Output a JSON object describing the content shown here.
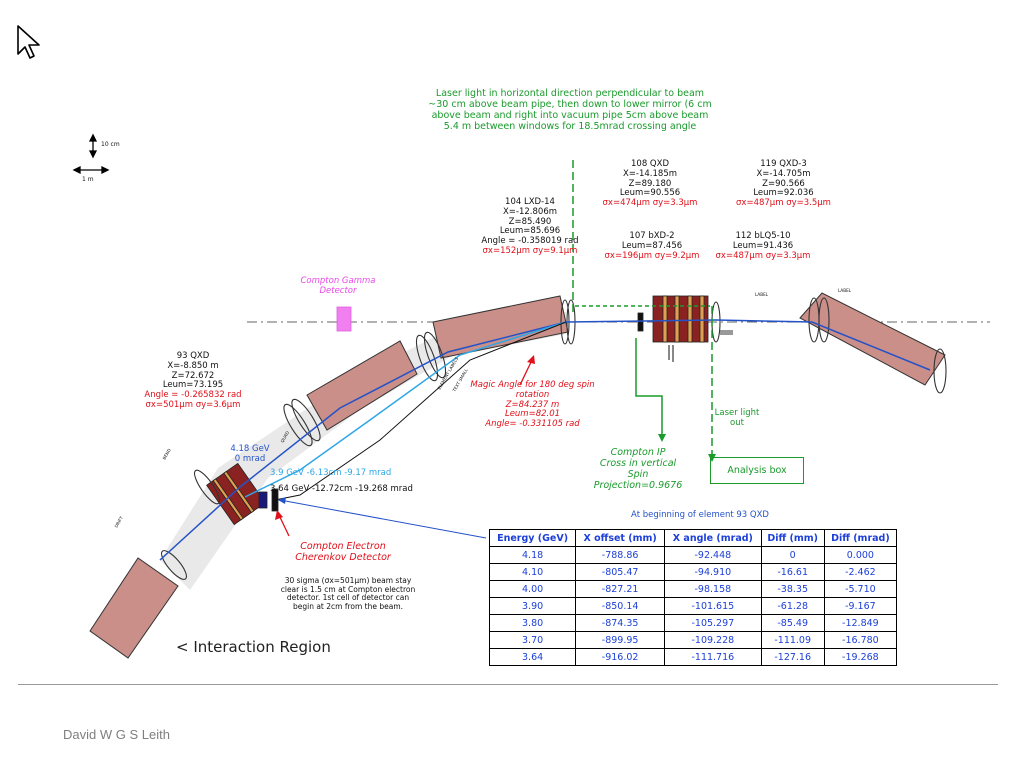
{
  "laser_note": "Laser light in horizontal direction perpendicular to beam\n~30 cm above beam pipe, then down to lower mirror (6 cm\nabove beam and right into vacuum pipe 5cm above beam\n5.4 m between windows for 18.5mrad crossing angle",
  "scale": {
    "vertical": "10 cm",
    "horizontal": "1 m"
  },
  "compton_gamma_detector": "Compton Gamma\nDetector",
  "magnets": {
    "m104": {
      "lines": "104 LXD-14\nX=-12.806m\nZ=85.490\nLeum=85.696\nAngle = -0.358019 rad",
      "sigma": "σx=152μm σy=9.1μm"
    },
    "m108": {
      "lines": "108 QXD\nX=-14.185m\nZ=89.180\nLeum=90.556",
      "sigma": "σx=474μm σy=3.3μm"
    },
    "m119": {
      "lines": "119 QXD-3\nX=-14.705m\nZ=90.566\nLeum=92.036",
      "sigma": "σx=487μm σy=3.5μm"
    },
    "m107": {
      "lines": "107 bXD-2\nLeum=87.456",
      "sigma": "σx=196μm σy=9.2μm"
    },
    "m112": {
      "lines": "112 bLQ5-10\nLeum=91.436",
      "sigma": "σx=487μm σy=3.3μm"
    },
    "m93": {
      "lines": "93 QXD\nX=-8.850 m\nZ=72.672\nLeum=73.195",
      "red": "Angle = -0.265832 rad\nσx=501μm σy=3.6μm"
    }
  },
  "magic_angle": "Magic Angle for 180 deg spin\nrotation\nZ=84.237 m\nLeum=82.01\nAngle= -0.331105 rad",
  "beam_labels": {
    "e418": "4.18 GeV\n0 mrad",
    "e39": "3.9 GeV   -6.13cm   -9.17 mrad",
    "e364": "3.64 GeV   -12.72cm   -19.268 mrad"
  },
  "compton_ip": "Compton IP\nCross in vertical\nSpin\nProjection=0.9676",
  "laser_out": "Laser light\nout",
  "analysis_box": "Analysis box",
  "electron_detector": "Compton Electron\nCherenkov Detector",
  "sigma_note": "30 sigma (σx=501μm) beam stay\nclear is 1.5 cm at Compton electron\ndetector. 1st cell of detector can\nbegin at 2cm from the beam.",
  "table_caption": "At beginning of element 93 QXD",
  "table": {
    "headers": [
      "Energy (GeV)",
      "X offset (mm)",
      "X angle (mrad)",
      "Diff (mm)",
      "Diff (mrad)"
    ],
    "rows": [
      [
        "4.18",
        "-788.86",
        "-92.448",
        "0",
        "0.000"
      ],
      [
        "4.10",
        "-805.47",
        "-94.910",
        "-16.61",
        "-2.462"
      ],
      [
        "4.00",
        "-827.21",
        "-98.158",
        "-38.35",
        "-5.710"
      ],
      [
        "3.90",
        "-850.14",
        "-101.615",
        "-61.28",
        "-9.167"
      ],
      [
        "3.80",
        "-874.35",
        "-105.297",
        "-85.49",
        "-12.849"
      ],
      [
        "3.70",
        "-899.95",
        "-109.228",
        "-111.09",
        "-16.780"
      ],
      [
        "3.64",
        "-916.02",
        "-111.716",
        "-127.16",
        "-19.268"
      ]
    ]
  },
  "region_label": "< Interaction Region",
  "footer": "David W G S Leith"
}
